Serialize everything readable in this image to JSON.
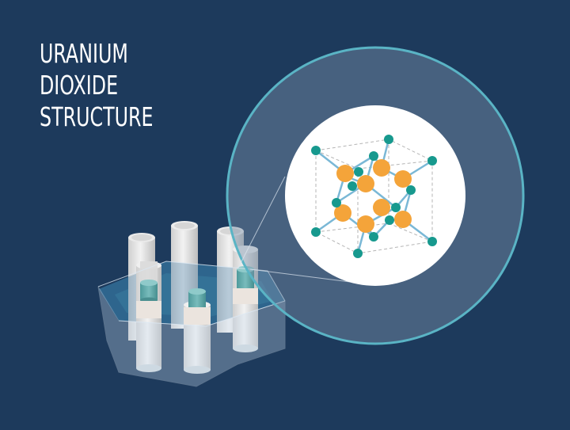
{
  "title": {
    "lines": [
      "URANIUM",
      "DIOXIDE",
      "STRUCTURE"
    ]
  },
  "colors": {
    "background": "#1d3a5c",
    "magnifier_ring": "#5ab4c5",
    "magnifier_fill": "#4c6683",
    "inner_circle": "#ffffff",
    "uranium_atom": "#f4a43a",
    "oxygen_atom": "#17998e",
    "bond": "#7ab8d6",
    "cell_edge_dashed": "#b8b8b8",
    "rod_cladding": "#e3e3e3",
    "fuel_pellet": "#5fa9a9",
    "coolant_water": "#2e6a8e",
    "assembly_box": "#c9d9e8"
  },
  "illustration": {
    "assembly": "fuel-rod-assembly",
    "magnifier": "zoom-lens",
    "lattice": "fluorite-crystal-lattice"
  }
}
